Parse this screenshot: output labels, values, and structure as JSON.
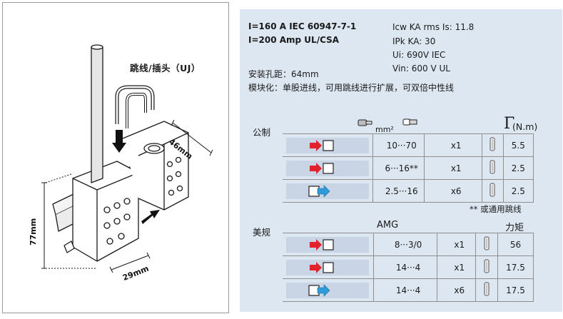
{
  "drawing": {
    "jumper_title": "跳线/插头（UJ）",
    "dim_width": "46mm",
    "dim_height": "77mm",
    "dim_depth": "29mm"
  },
  "specs": {
    "line1": "I=160 A IEC 60947-7-1",
    "line2": "I=200 Amp UL/CSA",
    "icw": "Icw KA rms Is: 11.8",
    "ipk": "IPk KA: 30",
    "ui": "Ui: 690V IEC",
    "vin": "Vin: 600 V UL",
    "mount": "安装孔距：64mm",
    "module": "模块化：单股进线，可用跳线进行扩展，可双倍中性线"
  },
  "metric": {
    "label": "公制",
    "unit": "mm²",
    "torque_head": "(N.m)",
    "rows": [
      {
        "icon": "red-arrow-in",
        "range": "10···70",
        "mult": "x1",
        "torque": "5.5"
      },
      {
        "icon": "red-arrow-in",
        "range": "6···16**",
        "mult": "x1",
        "torque": "2.5"
      },
      {
        "icon": "blue-arrow-out",
        "range": "2.5···16",
        "mult": "x6",
        "torque": "2.5"
      }
    ],
    "note": "** 或通用跳线"
  },
  "us": {
    "label": "美规",
    "awg_head": "AMG",
    "torque_head": "力矩",
    "rows": [
      {
        "icon": "red-arrow-in",
        "range": "8···3/0",
        "mult": "x1",
        "torque": "56"
      },
      {
        "icon": "red-arrow-in",
        "range": "14···4",
        "mult": "x1",
        "torque": "17.5"
      },
      {
        "icon": "blue-arrow-out",
        "range": "14···4",
        "mult": "x6",
        "torque": "17.5"
      }
    ]
  },
  "colors": {
    "panel_bg": "#dde7f1",
    "icon_bg": "#c9d5e4",
    "red_arrow": "#e0222b",
    "blue_arrow": "#2f9ad8"
  }
}
